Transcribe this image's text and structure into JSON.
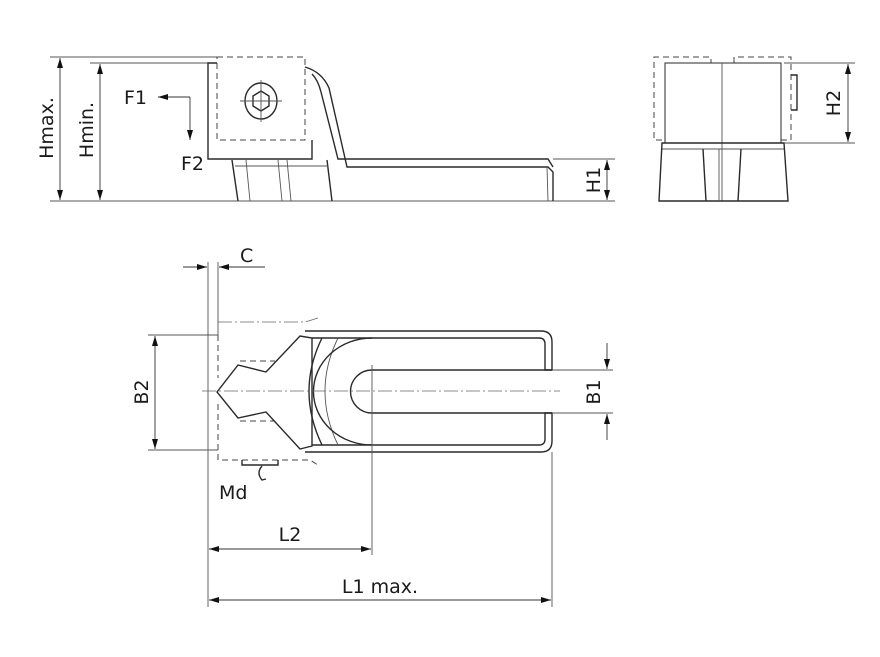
{
  "labels": {
    "hmax": "Hmax.",
    "hmin": "Hmin.",
    "f1": "F1",
    "f2": "F2",
    "h1": "H1",
    "h2": "H2",
    "c": "C",
    "b2": "B2",
    "b1": "B1",
    "md": "Md",
    "l2": "L2",
    "l1": "L1 max."
  }
}
